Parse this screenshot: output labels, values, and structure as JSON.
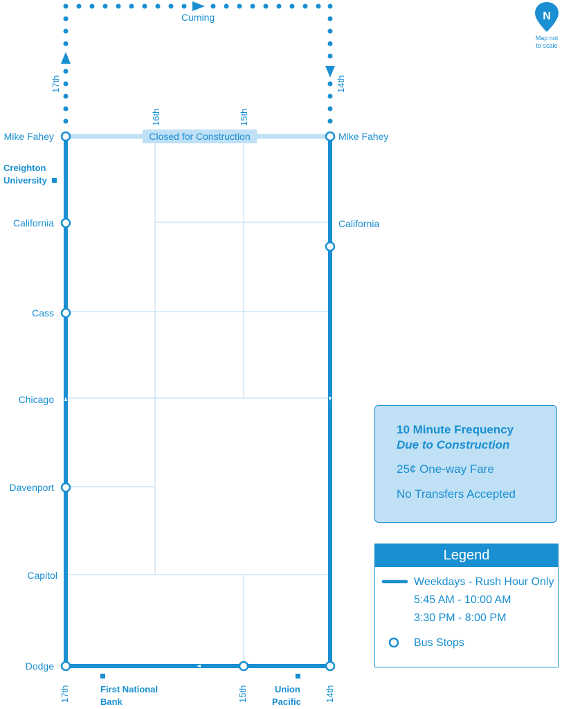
{
  "compass": {
    "letter": "N",
    "note_line1": "Map not",
    "note_line2": "to scale"
  },
  "streets": {
    "cuming": "Cuming",
    "s17_top": "17th",
    "s14_top": "14th",
    "s16": "16th",
    "s15": "15th",
    "s17_bottom": "17th",
    "s15_bottom": "15th",
    "s14_bottom": "14th"
  },
  "left_stops": [
    "Mike Fahey",
    "California",
    "Cass",
    "Chicago",
    "Davenport",
    "Capitol",
    "Dodge"
  ],
  "right_stops": [
    "Mike Fahey",
    "California"
  ],
  "closed_label": "Closed for Construction",
  "landmarks": {
    "creighton_1": "Creighton",
    "creighton_2": "University",
    "fnb_1": "First National",
    "fnb_2": "Bank",
    "up_1": "Union",
    "up_2": "Pacific"
  },
  "info": {
    "line1": "10 Minute Frequency",
    "line2": "Due to Construction",
    "line3": "25¢ One-way Fare",
    "line4": "No Transfers Accepted"
  },
  "legend": {
    "title": "Legend",
    "route_label": "Weekdays - Rush Hour Only",
    "time1": "5:45 AM - 10:00 AM",
    "time2": "3:30 PM - 8:00 PM",
    "stops_label": "Bus Stops"
  },
  "colors": {
    "route": "#1a8fd1",
    "light": "#bfe0f5",
    "street": "#cfe6f5"
  }
}
